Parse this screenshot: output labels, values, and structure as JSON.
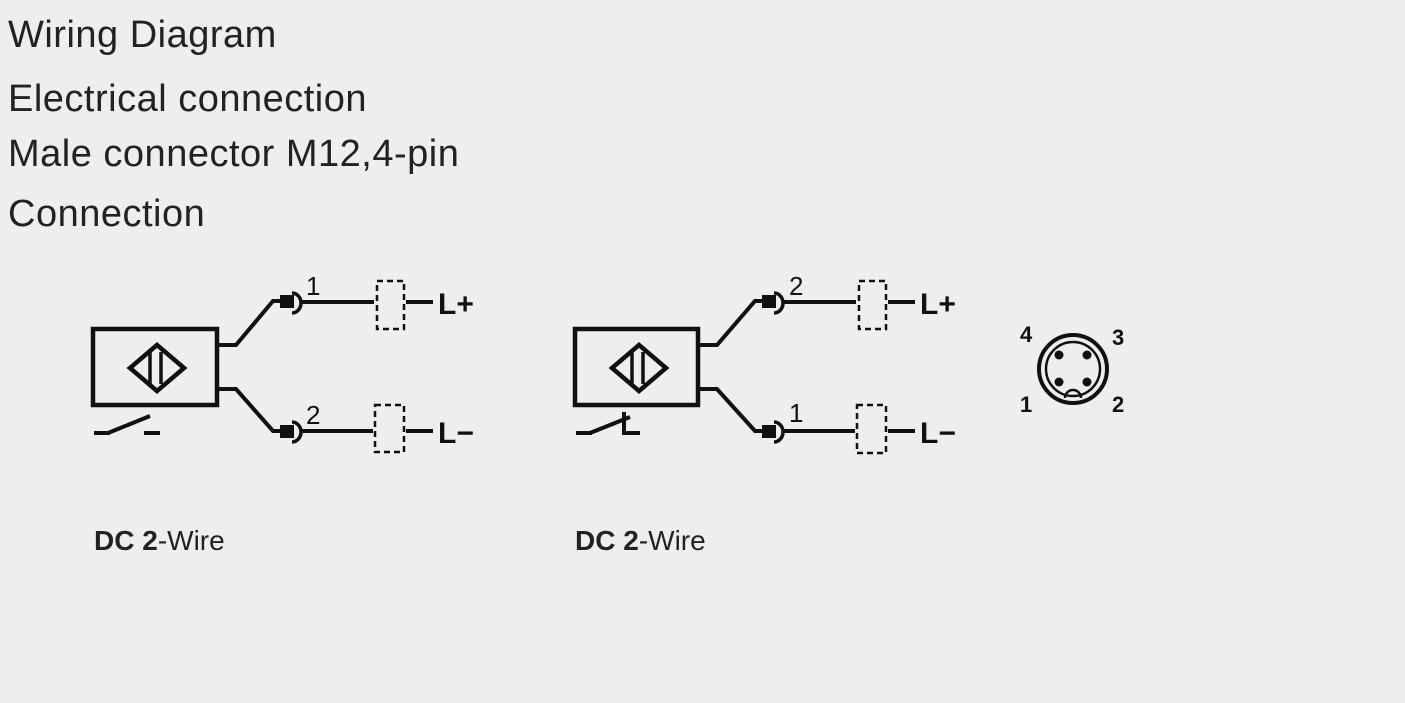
{
  "headings": {
    "title": "Wiring Diagram",
    "electrical": "Electrical connection",
    "connector": "Male connector M12,4-pin",
    "connection": "Connection"
  },
  "diagrams": [
    {
      "pins": [
        "1",
        "2"
      ],
      "terminals": [
        "L+",
        "L−"
      ],
      "caption": {
        "dc": "DC",
        "num": "2",
        "suffix": "-Wire"
      }
    },
    {
      "pins": [
        "2",
        "1"
      ],
      "terminals": [
        "L+",
        "L−"
      ],
      "caption": {
        "dc": "DC",
        "num": "2",
        "suffix": "-Wire"
      }
    }
  ],
  "pinout": {
    "labels": [
      "4",
      "3",
      "1",
      "2"
    ]
  },
  "colors": {
    "background": "#eeeeee",
    "line": "#111111",
    "text": "#222222"
  },
  "icons": [
    "sensor-diamond-icon",
    "connector-pin-icon",
    "load-box-icon",
    "m12-pinout-icon"
  ]
}
